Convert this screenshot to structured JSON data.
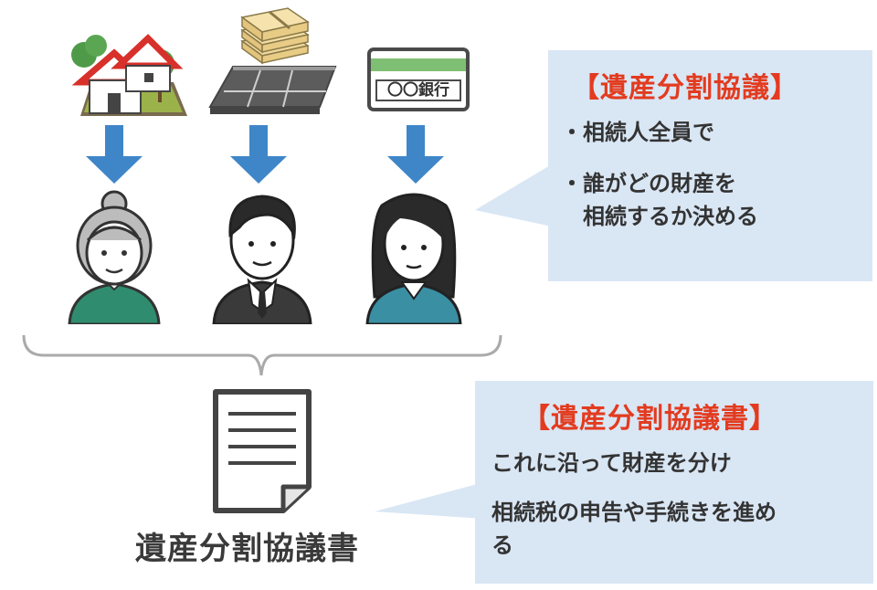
{
  "bubble_top": {
    "title": "【遺産分割協議】",
    "lines": [
      "・相続人全員で",
      "・誰がどの財産を",
      "　相続するか決める"
    ]
  },
  "bubble_bottom": {
    "title": "【遺産分割協議書】",
    "lines": [
      "これに沿って財産を分け",
      "相続税の申告や手続きを進め",
      "る"
    ]
  },
  "assets": {
    "bank_card_label": "〇〇銀行"
  },
  "document_label": "遺産分割協議書",
  "colors": {
    "arrow": "#3f86c9",
    "title_red": "#e33b1f",
    "bubble_bg": "#d9e6f4",
    "brace": "#aaaaaa"
  }
}
